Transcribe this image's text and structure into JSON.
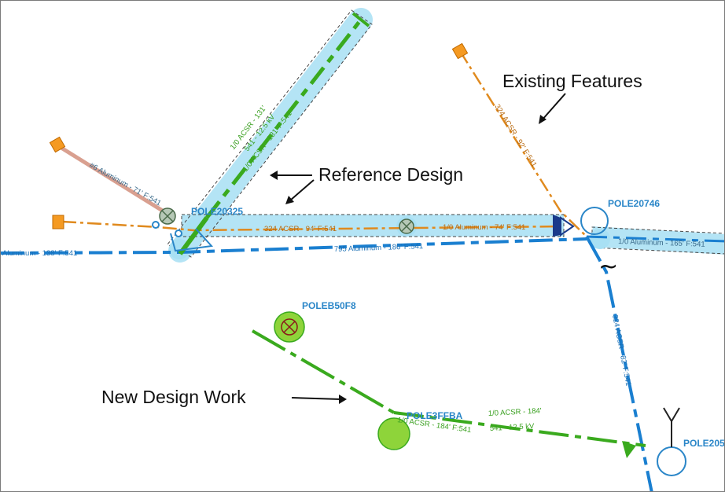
{
  "colors": {
    "existing_blue": "#1a7fd0",
    "existing_orange": "#e08a1e",
    "new_green": "#4fb82a",
    "highlight": "#a8e0f4",
    "pole_outline": "#2a86c8"
  },
  "annotations": {
    "existing_features": "Existing Features",
    "reference_design": "Reference Design",
    "new_design_work": "New Design Work"
  },
  "poles": {
    "p20325": "POLE20325",
    "p20746": "POLE20746",
    "pb50f8": "POLEB50F8",
    "p3ffba": "POLE3FFBA",
    "p205": "POLE205"
  },
  "conductor_labels": {
    "main_blue_left": "Aluminum - 138' F:541",
    "main_blue_mid": "795 Aluminum - 186' F:541",
    "blue_right": "1/0 Aluminum - 165' F:541",
    "blue_vertical": "324 ACSR - 82' F:541",
    "orange_span": "324 ACSR - 94' F:541",
    "orange_span2": "1/0 Aluminum - 74' F:541",
    "orange_upper": "324 ACSR - 92' F:541",
    "aluminum6": "#6 Aluminum - 71' F:541",
    "green_diag_1": "1/0 ACSR - 131'",
    "green_diag_2": "541 - 12.5 kV",
    "green_diag_3": "1/0 ACSR - 131' F:541",
    "new_line_a": "1/0 ACSR - 184'",
    "new_line_b": "541 - 12.5 kV",
    "new_line_c": "1/0 ACSR - 184' F:541"
  },
  "symbols": {
    "tilde": "~"
  }
}
